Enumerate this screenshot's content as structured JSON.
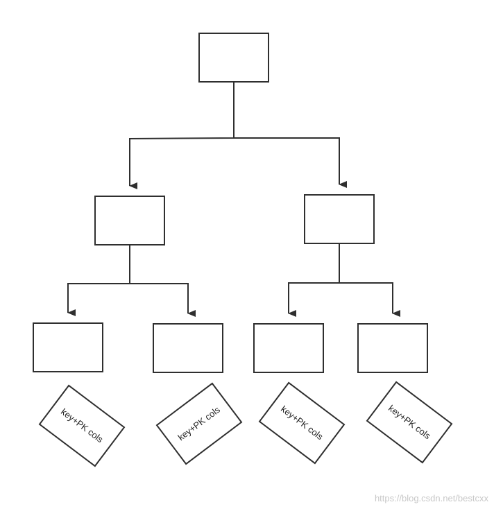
{
  "diagram": {
    "leaf_labels": [
      "key+PK cols",
      "key+PK cols",
      "key+PK cols",
      "key+PK cols"
    ]
  },
  "watermark": "https://blog.csdn.net/bestcxx"
}
